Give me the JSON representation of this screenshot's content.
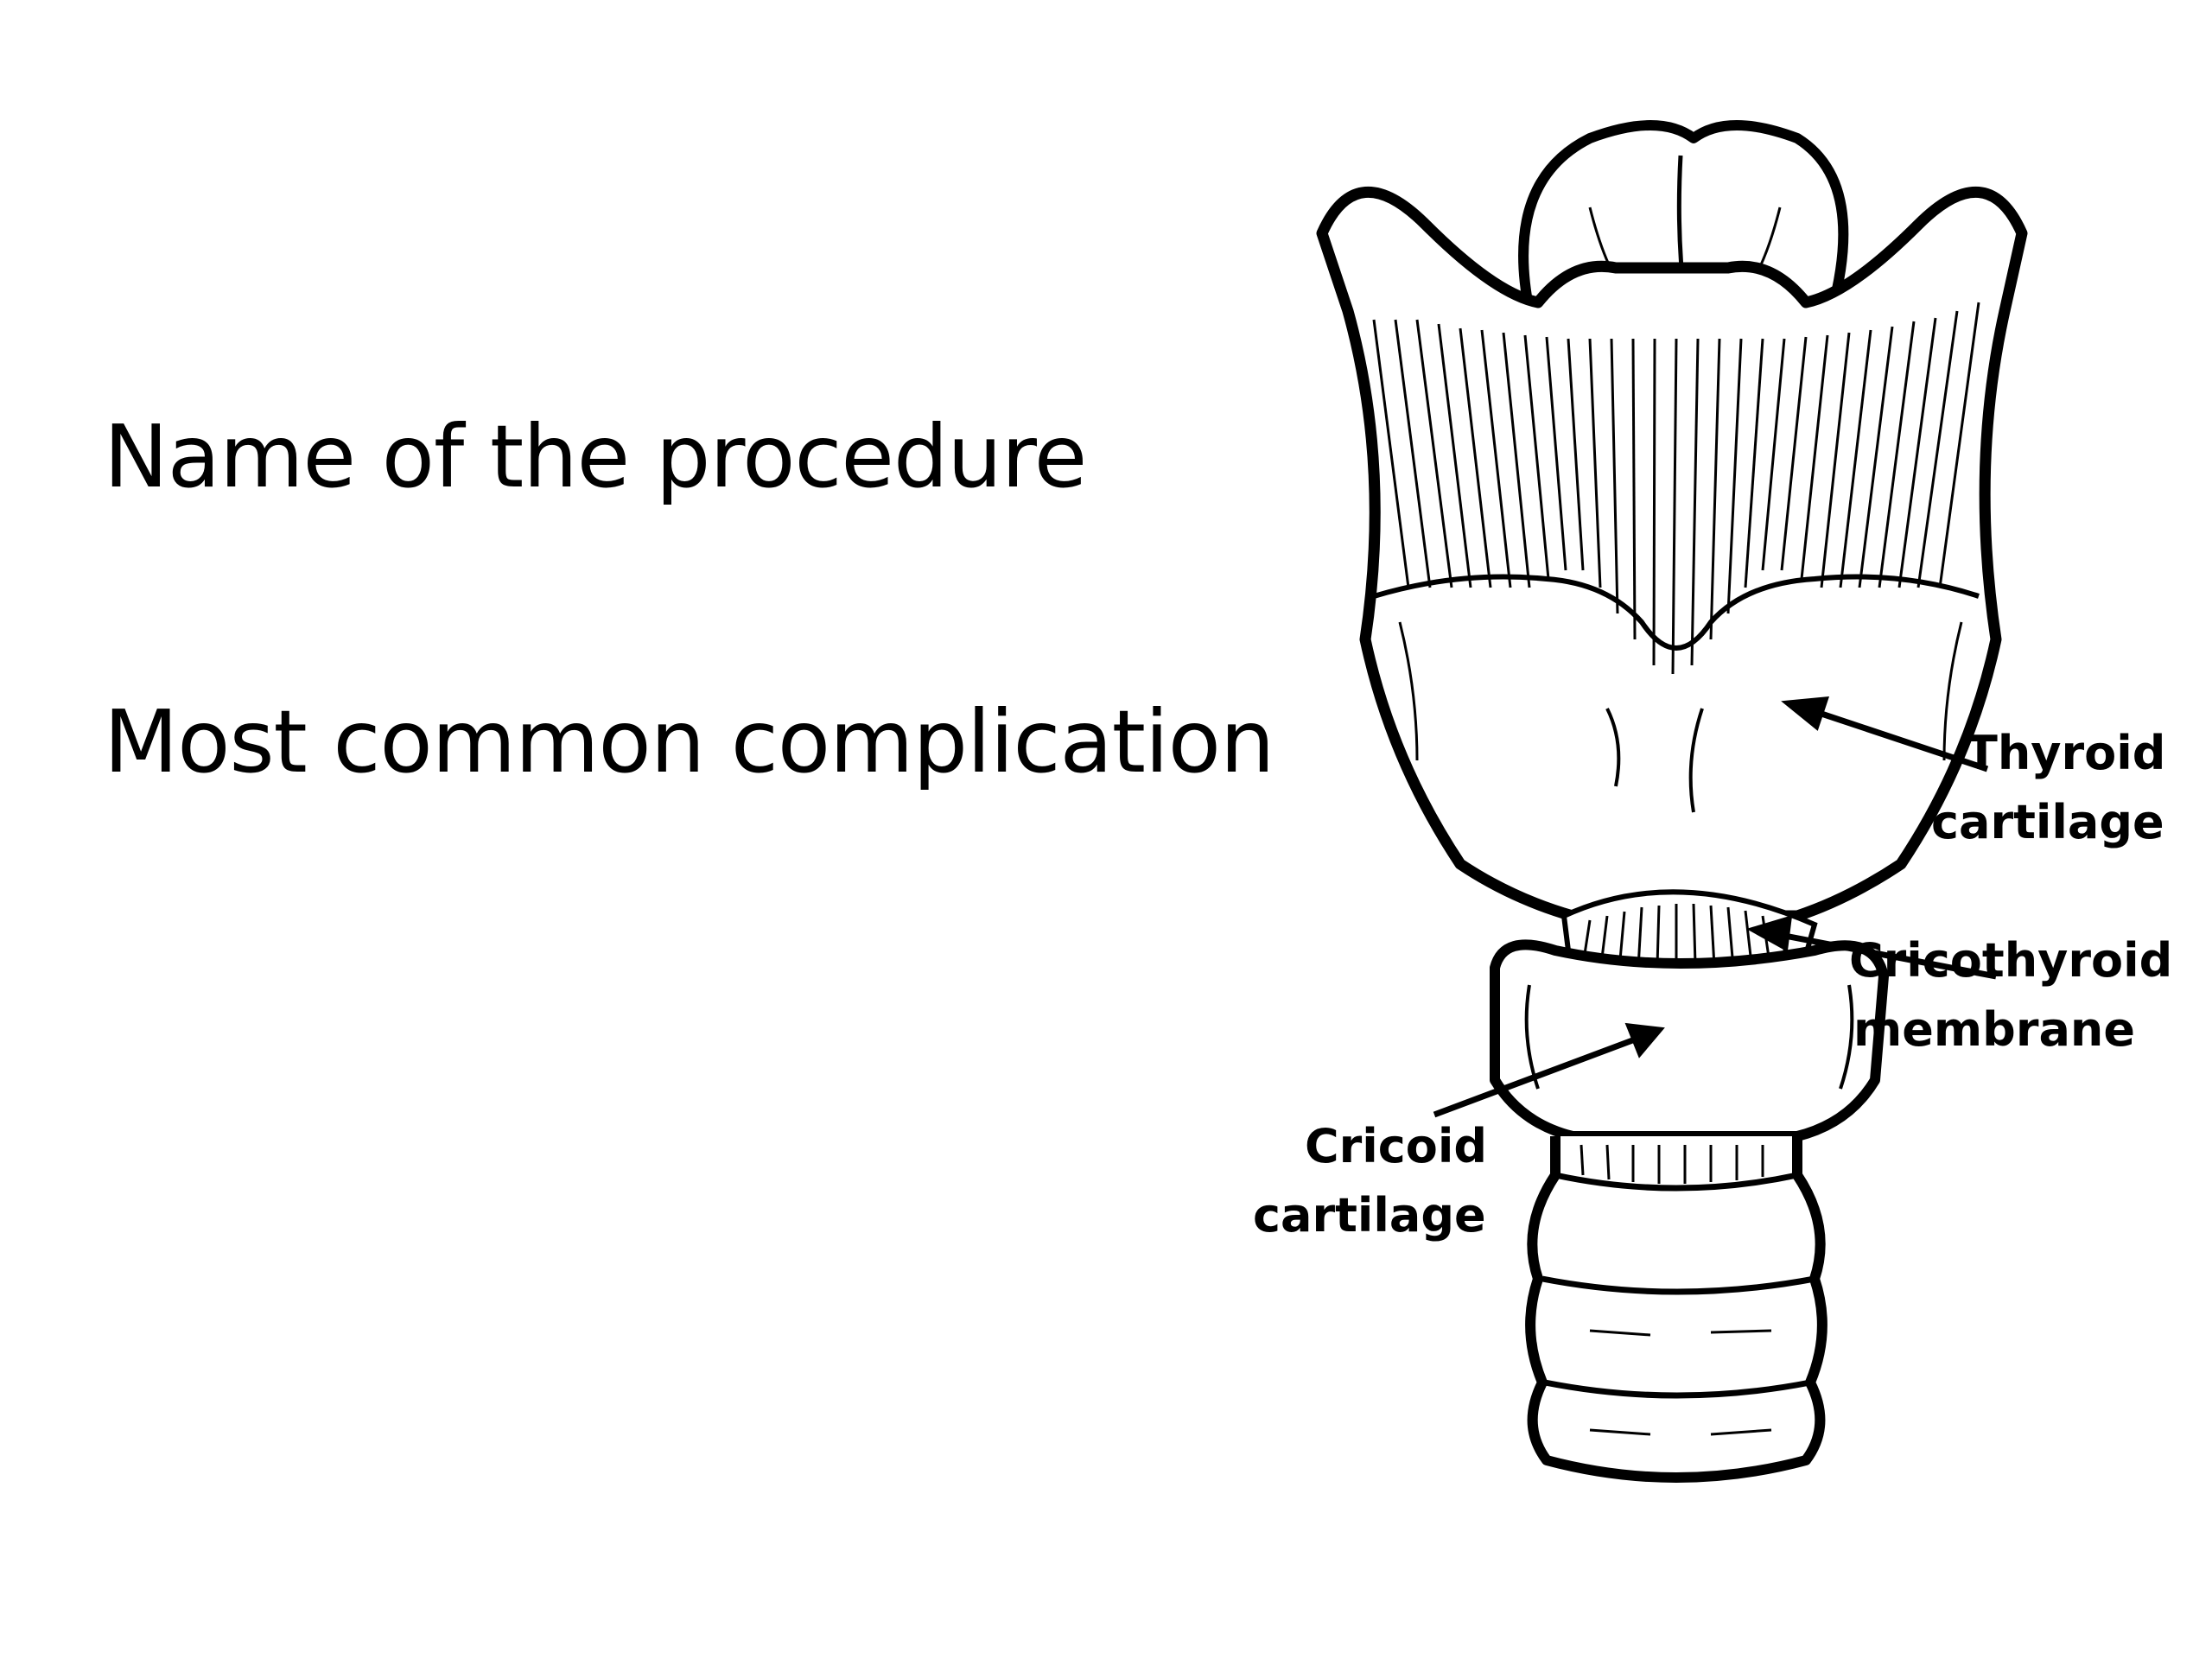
{
  "slide": {
    "questions": [
      "Name of the procedure",
      "Most common complication"
    ]
  },
  "figure": {
    "labels": {
      "thyroid_line1": "Thyroid",
      "thyroid_line2": "cartilage",
      "cricothyroid_line1": "Cricothyroid",
      "cricothyroid_line2": "membrane",
      "cricoid_line1": "Cricoid",
      "cricoid_line2": "cartilage"
    }
  }
}
